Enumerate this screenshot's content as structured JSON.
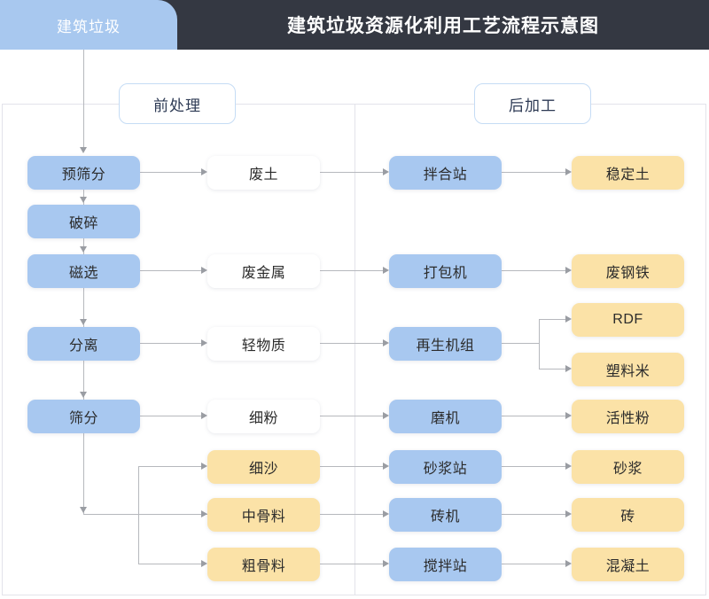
{
  "header": {
    "tab_label": "建筑垃圾",
    "title": "建筑垃圾资源化利用工艺流程示意图",
    "bar_color": "#343842",
    "tab_color": "#a8c8ef"
  },
  "stages": {
    "pre": "前处理",
    "post": "后加工"
  },
  "palette": {
    "process_blue": "#a8c8f0",
    "intermediate_white": "#ffffff",
    "product_yellow": "#fbe2a7",
    "connector_gray": "#b6b8bd",
    "frame_gray": "#e3e3ea"
  },
  "nodes": {
    "process": [
      {
        "id": "pre-screening",
        "label": "预筛分"
      },
      {
        "id": "crushing",
        "label": "破碎"
      },
      {
        "id": "magnetic-separation",
        "label": "磁选"
      },
      {
        "id": "separation",
        "label": "分离"
      },
      {
        "id": "screening",
        "label": "筛分"
      }
    ],
    "intermediates": [
      {
        "id": "waste-soil",
        "label": "废土"
      },
      {
        "id": "waste-metal",
        "label": "废金属"
      },
      {
        "id": "light-material",
        "label": "轻物质"
      },
      {
        "id": "fine-powder",
        "label": "细粉"
      },
      {
        "id": "fine-sand",
        "label": "细沙"
      },
      {
        "id": "medium-aggregate",
        "label": "中骨料"
      },
      {
        "id": "coarse-aggregate",
        "label": "粗骨料"
      }
    ],
    "equipment": [
      {
        "id": "mixing-station",
        "label": "拌合站"
      },
      {
        "id": "baler",
        "label": "打包机"
      },
      {
        "id": "recycling-unit",
        "label": "再生机组"
      },
      {
        "id": "mill",
        "label": "磨机"
      },
      {
        "id": "mortar-station",
        "label": "砂浆站"
      },
      {
        "id": "brick-machine",
        "label": "砖机"
      },
      {
        "id": "batching-plant",
        "label": "搅拌站"
      }
    ],
    "products": [
      {
        "id": "stabilized-soil",
        "label": "稳定土"
      },
      {
        "id": "scrap-steel",
        "label": "废钢铁"
      },
      {
        "id": "rdf",
        "label": "RDF"
      },
      {
        "id": "plastic-pellets",
        "label": "塑料米"
      },
      {
        "id": "active-powder",
        "label": "活性粉"
      },
      {
        "id": "mortar",
        "label": "砂浆"
      },
      {
        "id": "brick",
        "label": "砖"
      },
      {
        "id": "concrete",
        "label": "混凝土"
      }
    ]
  }
}
